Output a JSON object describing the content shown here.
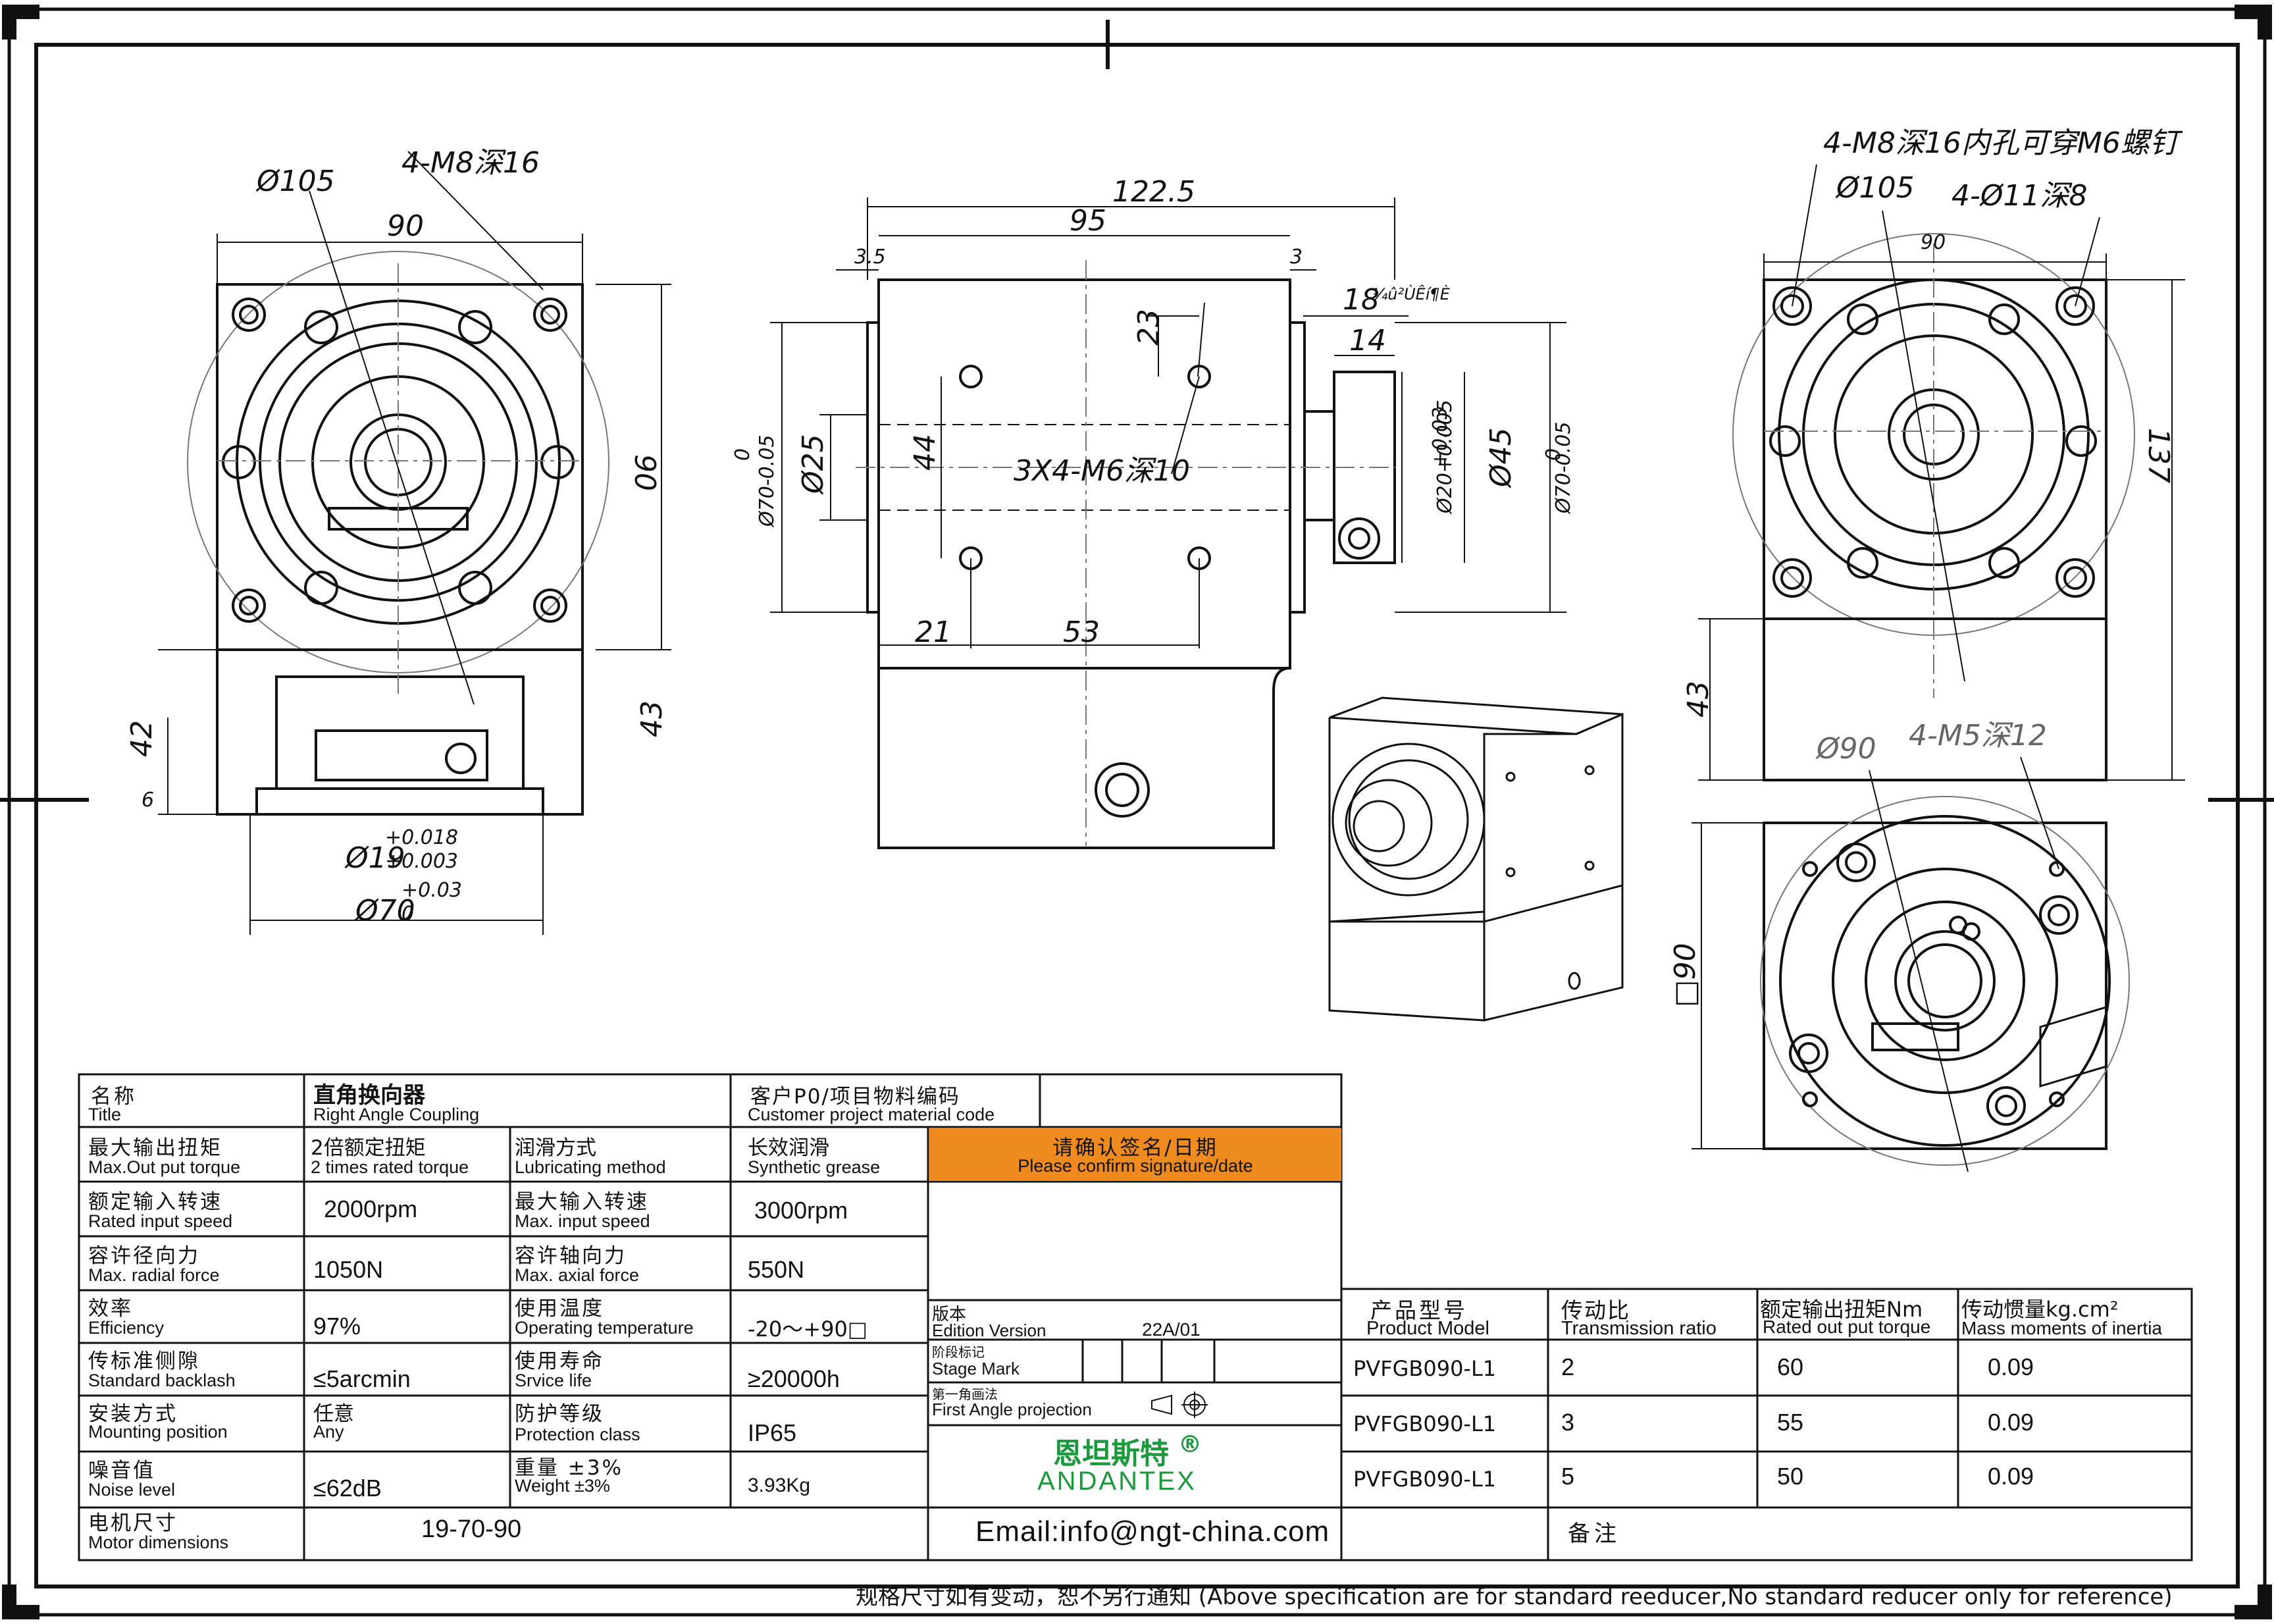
{
  "drawing": {
    "left_view": {
      "bolt_callout": "4-M8深16",
      "pcd": "Ø105",
      "width_top": "90",
      "height_right": "90",
      "dim_42": "42",
      "dim_6": "6",
      "dim_43": "43",
      "shaft_dia": "Ø19",
      "shaft_tol_up": "+0.018",
      "shaft_tol_low": "+0.003",
      "pilot_dia": "Ø70",
      "pilot_tol_up": "+0.03",
      "pilot_tol_low": "0"
    },
    "middle_view": {
      "overall_length": "122.5",
      "body_length": "95",
      "left_gap": "3.5",
      "right_gap": "3",
      "dim_18": "18",
      "dim_18_note": "¼û²ÙÊí¶È",
      "dim_14": "14",
      "dim_23": "23",
      "dim_44": "44",
      "tapped_holes": "3X4-M6深10",
      "dim_21": "21",
      "dim_53": "53",
      "spigot_left": "Ø70-0.05",
      "spigot_left_zero": "0",
      "bore_left": "Ø25",
      "shaft_right": "Ø20+0.005",
      "shaft_right_tol": "+0.03",
      "hub_right": "Ø45",
      "spigot_right": "Ø70-0.05",
      "spigot_right_zero": "0"
    },
    "right_view": {
      "bolt_callout": "4-M8深16内孔可穿M6螺钉",
      "pcd": "Ø105",
      "holes": "4-Ø11深8",
      "width_top": "90",
      "height_right": "137",
      "dim_43": "43",
      "bottom_pcd": "Ø90",
      "bottom_holes": "4-M5深12",
      "square": "□90"
    }
  },
  "title_block": {
    "rows": [
      {
        "c1_zh": "名称",
        "c1_en": "Title",
        "c2_zh": "直角换向器",
        "c2_en": "Right Angle Coupling",
        "c3_zh": "客户P0/项目物料编码",
        "c3_en": "Customer project material code"
      },
      {
        "c1_zh": "最大输出扭矩",
        "c1_en": "Max.Out put torque",
        "c2_zh": "2倍额定扭矩",
        "c2_en": "2 times rated torque",
        "c3_zh": "润滑方式",
        "c3_en": "Lubricating method",
        "c4_zh": "长效润滑",
        "c4_en": "Synthetic grease"
      },
      {
        "c1_zh": "额定输入转速",
        "c1_en": "Rated input speed",
        "c2_val": "2000rpm",
        "c3_zh": "最大输入转速",
        "c3_en": "Max. input speed",
        "c4_val": "3000rpm"
      },
      {
        "c1_zh": "容许径向力",
        "c1_en": "Max. radial force",
        "c2_val": "1050N",
        "c3_zh": "容许轴向力",
        "c3_en": "Max. axial force",
        "c4_val": "550N"
      },
      {
        "c1_zh": "效率",
        "c1_en": "Efficiency",
        "c2_val": "97%",
        "c3_zh": "使用温度",
        "c3_en": "Operating temperature",
        "c4_val": "-20〜+90□"
      },
      {
        "c1_zh": "传标准侧隙",
        "c1_en": "Standard backlash",
        "c2_val": "≤5arcmin",
        "c3_zh": "使用寿命",
        "c3_en": "Srvice life",
        "c4_val": "≥20000h"
      },
      {
        "c1_zh": "安装方式",
        "c1_en": "Mounting position",
        "c2_zh": "任意",
        "c2_en": "Any",
        "c3_zh": "防护等级",
        "c3_en": "Protection class",
        "c4_val": "IP65"
      },
      {
        "c1_zh": "噪音值",
        "c1_en": "Noise level",
        "c2_val": "≤62dB",
        "c3_zh": "重量 ±3%",
        "c3_en": "Weight ±3%",
        "c4_val": "3.93Kg"
      },
      {
        "c1_zh": "电机尺寸",
        "c1_en": "Motor dimensions",
        "c2_val": "19-70-90"
      }
    ],
    "confirm": {
      "zh": "请确认签名/日期",
      "en": "Please confirm signature/date",
      "color": "#ef8a1f"
    },
    "edition": {
      "zh": "版本",
      "en": "Edition Version",
      "value": "22A/01"
    },
    "stage": {
      "zh": "阶段标记",
      "en": "Stage Mark"
    },
    "projection": {
      "zh": "第一角画法",
      "en": "First Angle projection"
    },
    "logo": {
      "zh": "恩坦斯特",
      "mark": "®",
      "en": "ANDANTEX",
      "color": "#1a9a3c"
    },
    "email": "Email:info@ngt-china.com",
    "remark": "备注",
    "spec_table": {
      "headers": [
        {
          "zh": "产品型号",
          "en": "Product Model"
        },
        {
          "zh": "传动比",
          "en": "Transmission ratio"
        },
        {
          "zh": "额定输出扭矩Nm",
          "en": "Rated out put torque"
        },
        {
          "zh": "传动惯量kg.cm²",
          "en": "Mass moments of inertia"
        }
      ],
      "rows": [
        {
          "model": "PVFGB090-L1",
          "ratio": "2",
          "torque": "60",
          "inertia": "0.09"
        },
        {
          "model": "PVFGB090-L1",
          "ratio": "3",
          "torque": "55",
          "inertia": "0.09"
        },
        {
          "model": "PVFGB090-L1",
          "ratio": "5",
          "torque": "50",
          "inertia": "0.09"
        }
      ]
    }
  },
  "footer_note": "规格尺寸如有变动，恕不另行通知  (Above specification are for standard reeducer,No standard reducer only for reference)"
}
